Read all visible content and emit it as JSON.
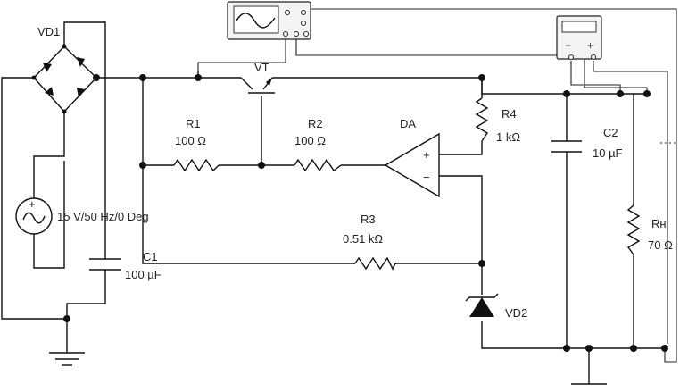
{
  "components": {
    "bridge": {
      "ref": "VD1"
    },
    "source": {
      "label": "15 V/50 Hz/0 Deg"
    },
    "transistor": {
      "ref": "VT"
    },
    "r1": {
      "ref": "R1",
      "value": "100 Ω"
    },
    "r2": {
      "ref": "R2",
      "value": "100 Ω"
    },
    "opamp": {
      "ref": "DA",
      "plus": "+",
      "minus": "−"
    },
    "r4": {
      "ref": "R4",
      "value": "1 kΩ"
    },
    "c2": {
      "ref": "C2",
      "value": "10 µF"
    },
    "r3": {
      "ref": "R3",
      "value": "0.51 kΩ"
    },
    "c1": {
      "ref": "C1",
      "value": "100 µF"
    },
    "load": {
      "ref": "Rн",
      "value": "70 Ω"
    },
    "zener": {
      "ref": "VD2"
    }
  },
  "instruments": {
    "voltmeter": {
      "minus": "−",
      "plus": "+"
    }
  }
}
